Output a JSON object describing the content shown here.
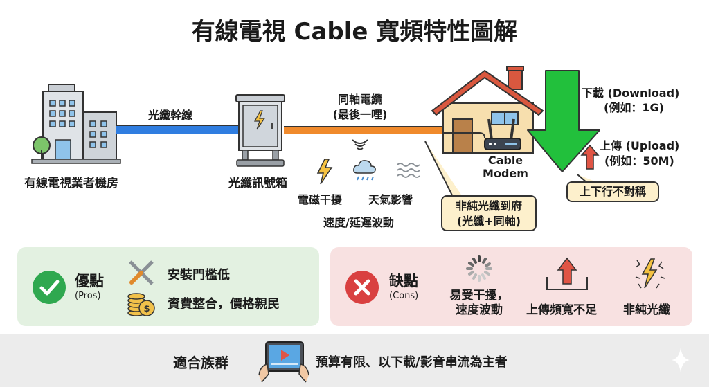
{
  "title": "有線電視 Cable 寬頻特性圖解",
  "diagram": {
    "headend_label": "有線電視業者機房",
    "fiber_trunk_label": "光纖幹線",
    "cabinet_label": "光纖訊號箱",
    "coax_label_1": "同軸電纜",
    "coax_label_2": "(最後一哩)",
    "interference_label": "電磁干擾",
    "weather_label": "天氣影響",
    "fluctuation_label": "速度/延遲波動",
    "modem_label_1": "Cable",
    "modem_label_2": "Modem",
    "not_ftth_callout_1": "非純光纖到府",
    "not_ftth_callout_2": "(光纖+同軸)",
    "download_label": "下載 (Download)",
    "download_example": "(例如：1G)",
    "upload_label": "上傳 (Upload)",
    "upload_example": "(例如：50M)",
    "asymmetric_callout": "上下行不對稱"
  },
  "pros": {
    "title": "優點",
    "subtitle": "(Pros)",
    "items": [
      "安裝門檻低",
      "資費整合，價格親民"
    ]
  },
  "cons": {
    "title": "缺點",
    "subtitle": "(Cons)",
    "items": [
      "易受干擾，",
      "速度波動",
      "上傳頻寬不足",
      "非純光纖"
    ]
  },
  "audience": {
    "title": "適合族群",
    "text": "預算有限、以下載/影音串流為主者"
  },
  "colors": {
    "fiber": "#2f7de0",
    "coax": "#f08a2c",
    "download": "#22c03c",
    "upload": "#e05545",
    "pros_bg": "#e3f1e1",
    "cons_bg": "#f8e1e1"
  }
}
